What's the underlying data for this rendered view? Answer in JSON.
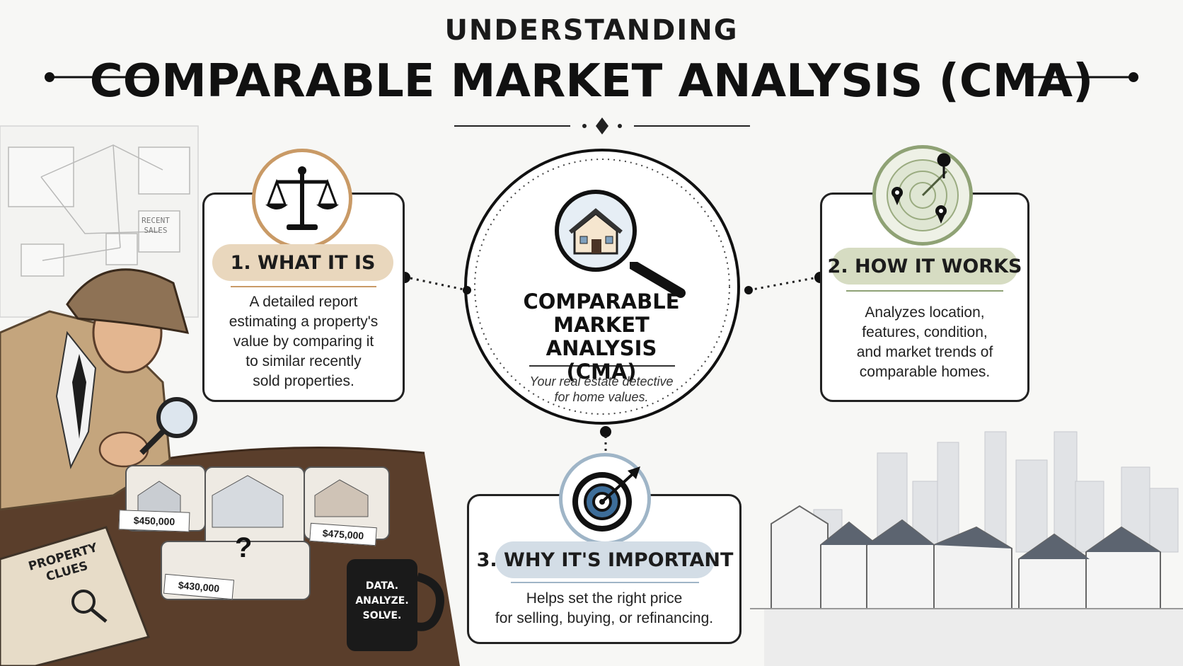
{
  "header": {
    "kicker": "UNDERSTANDING",
    "title": "COMPARABLE MARKET ANALYSIS (CMA)"
  },
  "center": {
    "title_line1": "COMPARABLE",
    "title_line2": "MARKET ANALYSIS",
    "title_line3": "(CMA)",
    "subtitle_line1": "Your real estate detective",
    "subtitle_line2": "for home values."
  },
  "cards": {
    "what": {
      "heading": "1. WHAT IT IS",
      "lines": [
        "A detailed report",
        "estimating a property's",
        "value by comparing it",
        "to similar recently",
        "sold properties."
      ],
      "accent": "#e9d7bd"
    },
    "how": {
      "heading": "2. HOW IT WORKS",
      "lines": [
        "Analyzes location,",
        "features, condition,",
        "and market trends of",
        "comparable homes."
      ],
      "accent": "#d6dcc2"
    },
    "why": {
      "heading": "3. WHY IT'S IMPORTANT",
      "lines": [
        "Helps set the right price",
        "for selling, buying, or refinancing."
      ],
      "accent": "#d3dde6"
    }
  },
  "illustration": {
    "board_note": [
      "RECENT",
      "SALES"
    ],
    "prices": [
      "$450,000",
      "$475,000",
      "$430,000"
    ],
    "puzzle_mark": "?",
    "book_title": [
      "PROPERTY",
      "CLUES"
    ],
    "mug_text": [
      "DATA.",
      "ANALYZE.",
      "SOLVE."
    ]
  },
  "icons": {
    "what": "scales-icon",
    "center": "house-magnifier-icon",
    "how": "radar-map-pins-icon",
    "why": "target-arrow-icon"
  }
}
